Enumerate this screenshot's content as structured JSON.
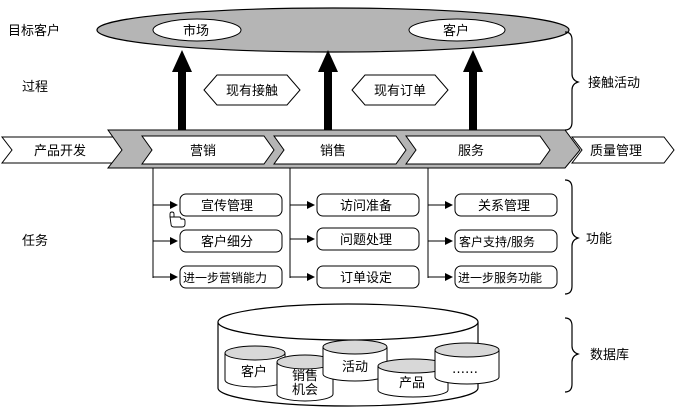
{
  "rows": {
    "target_customers": "目标客户",
    "process": "过程",
    "tasks": "任务"
  },
  "ellipse": {
    "market": "市场",
    "customer": "客户"
  },
  "touch": {
    "existing_contact": "现有接触",
    "existing_order": "现有订单"
  },
  "brackets": {
    "contact_activities": "接触活动",
    "functions": "功能",
    "database": "数据库"
  },
  "process_chain": {
    "product_dev": "产品开发",
    "marketing": "营销",
    "sales": "销售",
    "service": "服务",
    "quality": "质量管理"
  },
  "tasks": {
    "marketing": [
      "宣传管理",
      "客户细分",
      "进一步营销能力"
    ],
    "sales": [
      "访问准备",
      "问题处理",
      "订单设定"
    ],
    "service": [
      "关系管理",
      "客户支持/服务",
      "进一步服务功能"
    ]
  },
  "db": {
    "customer": "客户",
    "sales_opp_1": "销售",
    "sales_opp_2": "机会",
    "activity": "活动",
    "product": "产品",
    "more": "……"
  },
  "colors": {
    "gray_fill": "#b5b5b5",
    "dark_gray": "#8f8f8f",
    "stroke": "#000000",
    "white": "#ffffff"
  }
}
